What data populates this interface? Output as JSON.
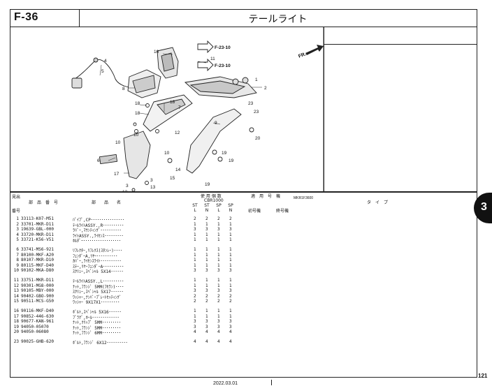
{
  "header": {
    "code": "F-36",
    "title": "テールライト"
  },
  "diagram": {
    "refs": [
      "F-23-10",
      "F-23-10"
    ],
    "fr": "FR.",
    "model_code": "MKR1F3600",
    "callouts": [
      "1",
      "2",
      "3",
      "4",
      "5",
      "6",
      "7",
      "8",
      "9",
      "10",
      "10",
      "11",
      "12",
      "13",
      "14",
      "15",
      "16",
      "17",
      "18",
      "18",
      "19",
      "19",
      "20",
      "23",
      "23"
    ]
  },
  "table_head": {
    "mihon": "見出",
    "bango": "番号",
    "part_no": "部　品　番　号",
    "part_name": "部　　品　　名",
    "usage": "使 用 個 数",
    "model": "CBR1000",
    "st_l": "ST L",
    "st_n": "ST N",
    "sp_l": "SP L",
    "sp_n": "SP N",
    "model_no": "適　用　号　機",
    "first": "初号機",
    "last": "終号機",
    "type": "タ　イ　プ"
  },
  "parts": [
    {
      "no": "1",
      "pn": "33113-K07-M51",
      "name": "ﾊﾟｲﾌﾟ,CP････････････････",
      "q": [
        "2",
        "2",
        "2",
        "2"
      ]
    },
    {
      "no": "2",
      "pn": "33701-MKR-D11",
      "name": "ﾃｰﾙﾗｲﾄASSY.,R･･････････",
      "q": [
        "1",
        "1",
        "1",
        "1"
      ]
    },
    {
      "no": "3",
      "pn": "19639-GBL-000",
      "name": "ﾗﾊﾞｰ,ﾏｳﾝﾃｨﾝｸﾞ･･････････",
      "q": [
        "3",
        "3",
        "3",
        "3"
      ]
    },
    {
      "no": "4",
      "pn": "33720-MKR-D11",
      "name": "ﾗｲﾄASSY.,ﾗｲｾﾝｽ･････････",
      "q": [
        "1",
        "1",
        "1",
        "1"
      ]
    },
    {
      "no": "5",
      "pn": "33721-K56-V51",
      "name": "ﾎﾙﾀﾞｰ･･････････････････",
      "q": [
        "1",
        "1",
        "1",
        "1"
      ]
    },
    {
      "no": "6",
      "pn": "33741-MS6-921",
      "name": "ﾘﾌﾚｸﾀｰ,ﾘﾌﾚｸｽ(ｽﾀﾝﾚｰ)････",
      "q": [
        "1",
        "1",
        "1",
        "1"
      ]
    },
    {
      "no": "7",
      "pn": "80100-MKF-A20",
      "name": "ﾌｪﾝﾀﾞｰA,ﾘﾔｰ･･････････",
      "q": [
        "1",
        "1",
        "1",
        "1"
      ]
    },
    {
      "no": "8",
      "pn": "80107-MKR-D10",
      "name": "ｶﾊﾞｰ,ﾗｲｾﾝｽﾗｲﾄ･･････････",
      "q": [
        "1",
        "1",
        "1",
        "1"
      ]
    },
    {
      "no": "9",
      "pn": "80115-MKF-D40",
      "name": "ｽﾃｰ,ﾘﾔｰﾌｪﾝﾀﾞｰA･･････････",
      "q": [
        "1",
        "1",
        "1",
        "1"
      ]
    },
    {
      "no": "10",
      "pn": "90102-MKA-D80",
      "name": "ｽｸﾘｭｰ,ｽﾍﾟｼｬﾙ 5X14･･････",
      "q": [
        "3",
        "3",
        "3",
        "3"
      ]
    },
    {
      "no": "11",
      "pn": "33751-MKR-D11",
      "name": "ﾃｰﾙﾗｲﾄASSY.,L･･････････",
      "q": [
        "1",
        "1",
        "1",
        "1"
      ]
    },
    {
      "no": "12",
      "pn": "90301-MG8-000",
      "name": "ﾅｯﾄ,ﾌﾗﾝｼﾞ 5MM(ﾌｾﾗﾝ)････",
      "q": [
        "1",
        "1",
        "1",
        "1"
      ]
    },
    {
      "no": "13",
      "pn": "90105-MBY-000",
      "name": "ｽｸﾘｭｰ,ｽﾍﾟｼｬﾙ 5X17･･････",
      "q": [
        "3",
        "3",
        "3",
        "3"
      ]
    },
    {
      "no": "14",
      "pn": "90402-GBO-900",
      "name": "ﾜｯｼｬｰ,ﾅﾝﾊﾞｰﾌﾟﾚｰﾄｾｯﾃｨﾝｸﾞ",
      "q": [
        "2",
        "2",
        "2",
        "2"
      ]
    },
    {
      "no": "15",
      "pn": "90511-MCS-G50",
      "name": "ﾜｯｼｬｰ 9X17X1･････････",
      "q": [
        "2",
        "2",
        "2",
        "2"
      ]
    },
    {
      "no": "16",
      "pn": "90116-MKF-D40",
      "name": "ﾎﾞﾙﾄ,ｽﾍﾟｼｬﾙ 5X16･･････",
      "q": [
        "1",
        "1",
        "1",
        "1"
      ]
    },
    {
      "no": "17",
      "pn": "90852-446-630",
      "name": "ﾌﾟﾗｸﾞ,ﾎｰﾙ･････････････",
      "q": [
        "1",
        "1",
        "1",
        "1"
      ]
    },
    {
      "no": "18",
      "pn": "90677-KAN-961",
      "name": "ﾅｯﾄ,ｸﾘｯﾌﾟ 5MM･････････",
      "q": [
        "3",
        "3",
        "3",
        "3"
      ]
    },
    {
      "no": "19",
      "pn": "94050-05070",
      "name": "ﾅｯﾄ,ﾌﾗﾝｼﾞ 5MM･････････",
      "q": [
        "3",
        "3",
        "3",
        "3"
      ]
    },
    {
      "no": "20",
      "pn": "94050-06080",
      "name": "ﾅｯﾄ,ﾌﾗﾝｼﾞ 6MM･････････",
      "q": [
        "4",
        "4",
        "4",
        "4"
      ]
    },
    {
      "no": "23",
      "pn": "90025-GHB-620",
      "name": "ﾎﾞﾙﾄ,ﾌﾗﾝｼﾞ 6X12･･････････",
      "q": [
        "4",
        "4",
        "4",
        "4"
      ]
    }
  ],
  "side_tab": "3",
  "page_number": "121",
  "footer_date": "2022.03.01"
}
